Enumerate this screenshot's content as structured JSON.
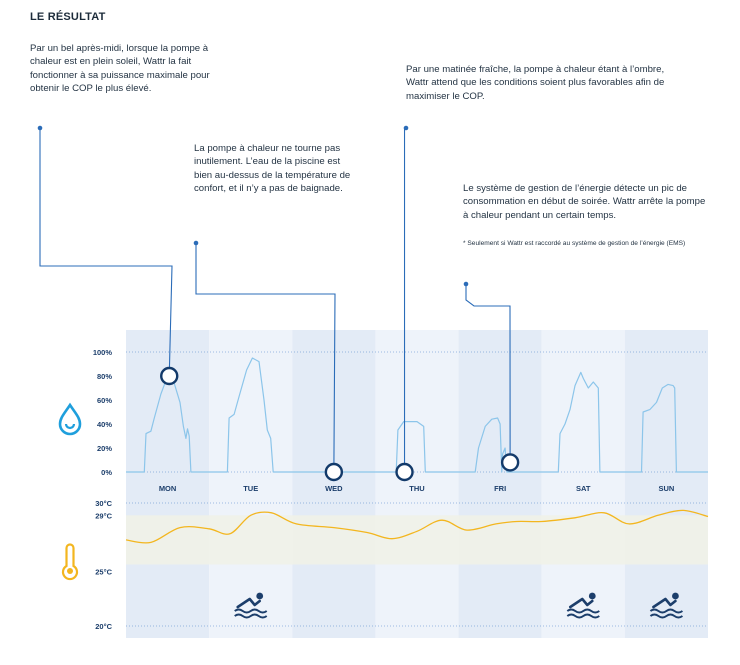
{
  "title": "LE RÉSULTAT",
  "notes": {
    "mon": "Par un bel après-midi, lorsque la pompe à chaleur est en plein soleil, Wattr la fait fonctionner à sa puissance maximale pour obtenir le COP le plus élevé.",
    "tue": "La pompe à chaleur ne tourne pas inutilement. L’eau de la piscine est bien au-dessus de la température de confort, et il n’y a pas de baignade.",
    "thu": "Par une matinée fraîche, la pompe à chaleur étant à l’ombre, Wattr attend que les conditions soient plus favorables afin de maximiser le COP.",
    "fri": "Le système de gestion de l’énergie détecte un pic de consommation en début de soirée. Wattr arrête la pompe à chaleur pendant un certain temps.",
    "fri_footnote": "* Seulement si Wattr est raccordé au système de gestion de l’énergie (EMS)"
  },
  "colors": {
    "pump_line": "#8cc5ea",
    "temp_line": "#f3b61f",
    "leader": "#2b6cb8",
    "band_dark": "#e3ebf6",
    "band_light": "#eef3fa",
    "comfort_zone": "#eff2e8",
    "grid": "#4a82c8",
    "water_icon": "#1f9fdc",
    "thermo_icon": "#f3b61f",
    "swim_icon": "#1c3e6b"
  },
  "icons": {
    "water": "water-drop-icon",
    "thermometer": "thermometer-icon",
    "swimmer": "swimmer-icon"
  },
  "chart_data": {
    "type": "line",
    "categories": [
      "MON",
      "TUE",
      "WED",
      "THU",
      "FRI",
      "SAT",
      "SUN"
    ],
    "pump_axis_labels": [
      "100%",
      "80%",
      "60%",
      "40%",
      "20%",
      "0%"
    ],
    "temp_axis_labels": [
      "30°C",
      "29°C",
      "25°C",
      "20°C"
    ],
    "pump_series": [
      [
        0,
        0
      ],
      [
        0.22,
        0
      ],
      [
        0.24,
        32
      ],
      [
        0.3,
        34
      ],
      [
        0.34,
        45
      ],
      [
        0.42,
        65
      ],
      [
        0.5,
        80
      ],
      [
        0.58,
        74
      ],
      [
        0.65,
        58
      ],
      [
        0.69,
        38
      ],
      [
        0.72,
        28
      ],
      [
        0.74,
        36
      ],
      [
        0.76,
        30
      ],
      [
        0.78,
        0
      ],
      [
        1.0,
        0
      ],
      [
        1.22,
        0
      ],
      [
        1.24,
        45
      ],
      [
        1.3,
        48
      ],
      [
        1.36,
        63
      ],
      [
        1.45,
        85
      ],
      [
        1.52,
        95
      ],
      [
        1.6,
        92
      ],
      [
        1.66,
        60
      ],
      [
        1.7,
        35
      ],
      [
        1.74,
        28
      ],
      [
        1.77,
        0
      ],
      [
        2.2,
        0
      ],
      [
        3.25,
        0
      ],
      [
        3.27,
        35
      ],
      [
        3.34,
        42
      ],
      [
        3.5,
        42
      ],
      [
        3.58,
        38
      ],
      [
        3.6,
        0
      ],
      [
        4.2,
        0
      ],
      [
        4.24,
        20
      ],
      [
        4.32,
        38
      ],
      [
        4.4,
        44
      ],
      [
        4.47,
        45
      ],
      [
        4.5,
        40
      ],
      [
        4.52,
        0
      ],
      [
        4.53,
        15
      ],
      [
        4.56,
        20
      ],
      [
        4.58,
        0
      ],
      [
        5.2,
        0
      ],
      [
        5.22,
        32
      ],
      [
        5.28,
        40
      ],
      [
        5.34,
        52
      ],
      [
        5.4,
        72
      ],
      [
        5.47,
        83
      ],
      [
        5.5,
        78
      ],
      [
        5.56,
        70
      ],
      [
        5.62,
        75
      ],
      [
        5.68,
        70
      ],
      [
        5.7,
        0
      ],
      [
        6.2,
        0
      ],
      [
        6.22,
        50
      ],
      [
        6.3,
        52
      ],
      [
        6.38,
        58
      ],
      [
        6.45,
        70
      ],
      [
        6.52,
        73
      ],
      [
        6.58,
        72
      ],
      [
        6.6,
        70
      ],
      [
        6.62,
        0
      ],
      [
        7,
        0
      ]
    ],
    "temp_series": [
      [
        0,
        27.0
      ],
      [
        0.3,
        26.8
      ],
      [
        0.65,
        28.0
      ],
      [
        1.0,
        27.9
      ],
      [
        1.25,
        27.5
      ],
      [
        1.5,
        29.0
      ],
      [
        1.75,
        29.2
      ],
      [
        2.05,
        28.3
      ],
      [
        2.5,
        28.0
      ],
      [
        2.9,
        27.6
      ],
      [
        3.2,
        27.1
      ],
      [
        3.5,
        27.7
      ],
      [
        3.8,
        28.6
      ],
      [
        4.1,
        27.8
      ],
      [
        4.45,
        28.3
      ],
      [
        4.7,
        28.5
      ],
      [
        5.0,
        28.5
      ],
      [
        5.4,
        28.8
      ],
      [
        5.75,
        29.2
      ],
      [
        6.05,
        28.3
      ],
      [
        6.4,
        29.0
      ],
      [
        6.7,
        29.4
      ],
      [
        7.0,
        28.9
      ]
    ],
    "swim_days": [
      "TUE",
      "SAT",
      "SUN"
    ],
    "callouts": [
      {
        "day": "MON",
        "pos": 0.52,
        "value": 80
      },
      {
        "day": "WED",
        "pos": 0.5,
        "value": 0
      },
      {
        "day": "THU",
        "pos": 0.35,
        "value": 0
      },
      {
        "day": "FRI",
        "pos": 0.62,
        "value": 8
      }
    ]
  }
}
